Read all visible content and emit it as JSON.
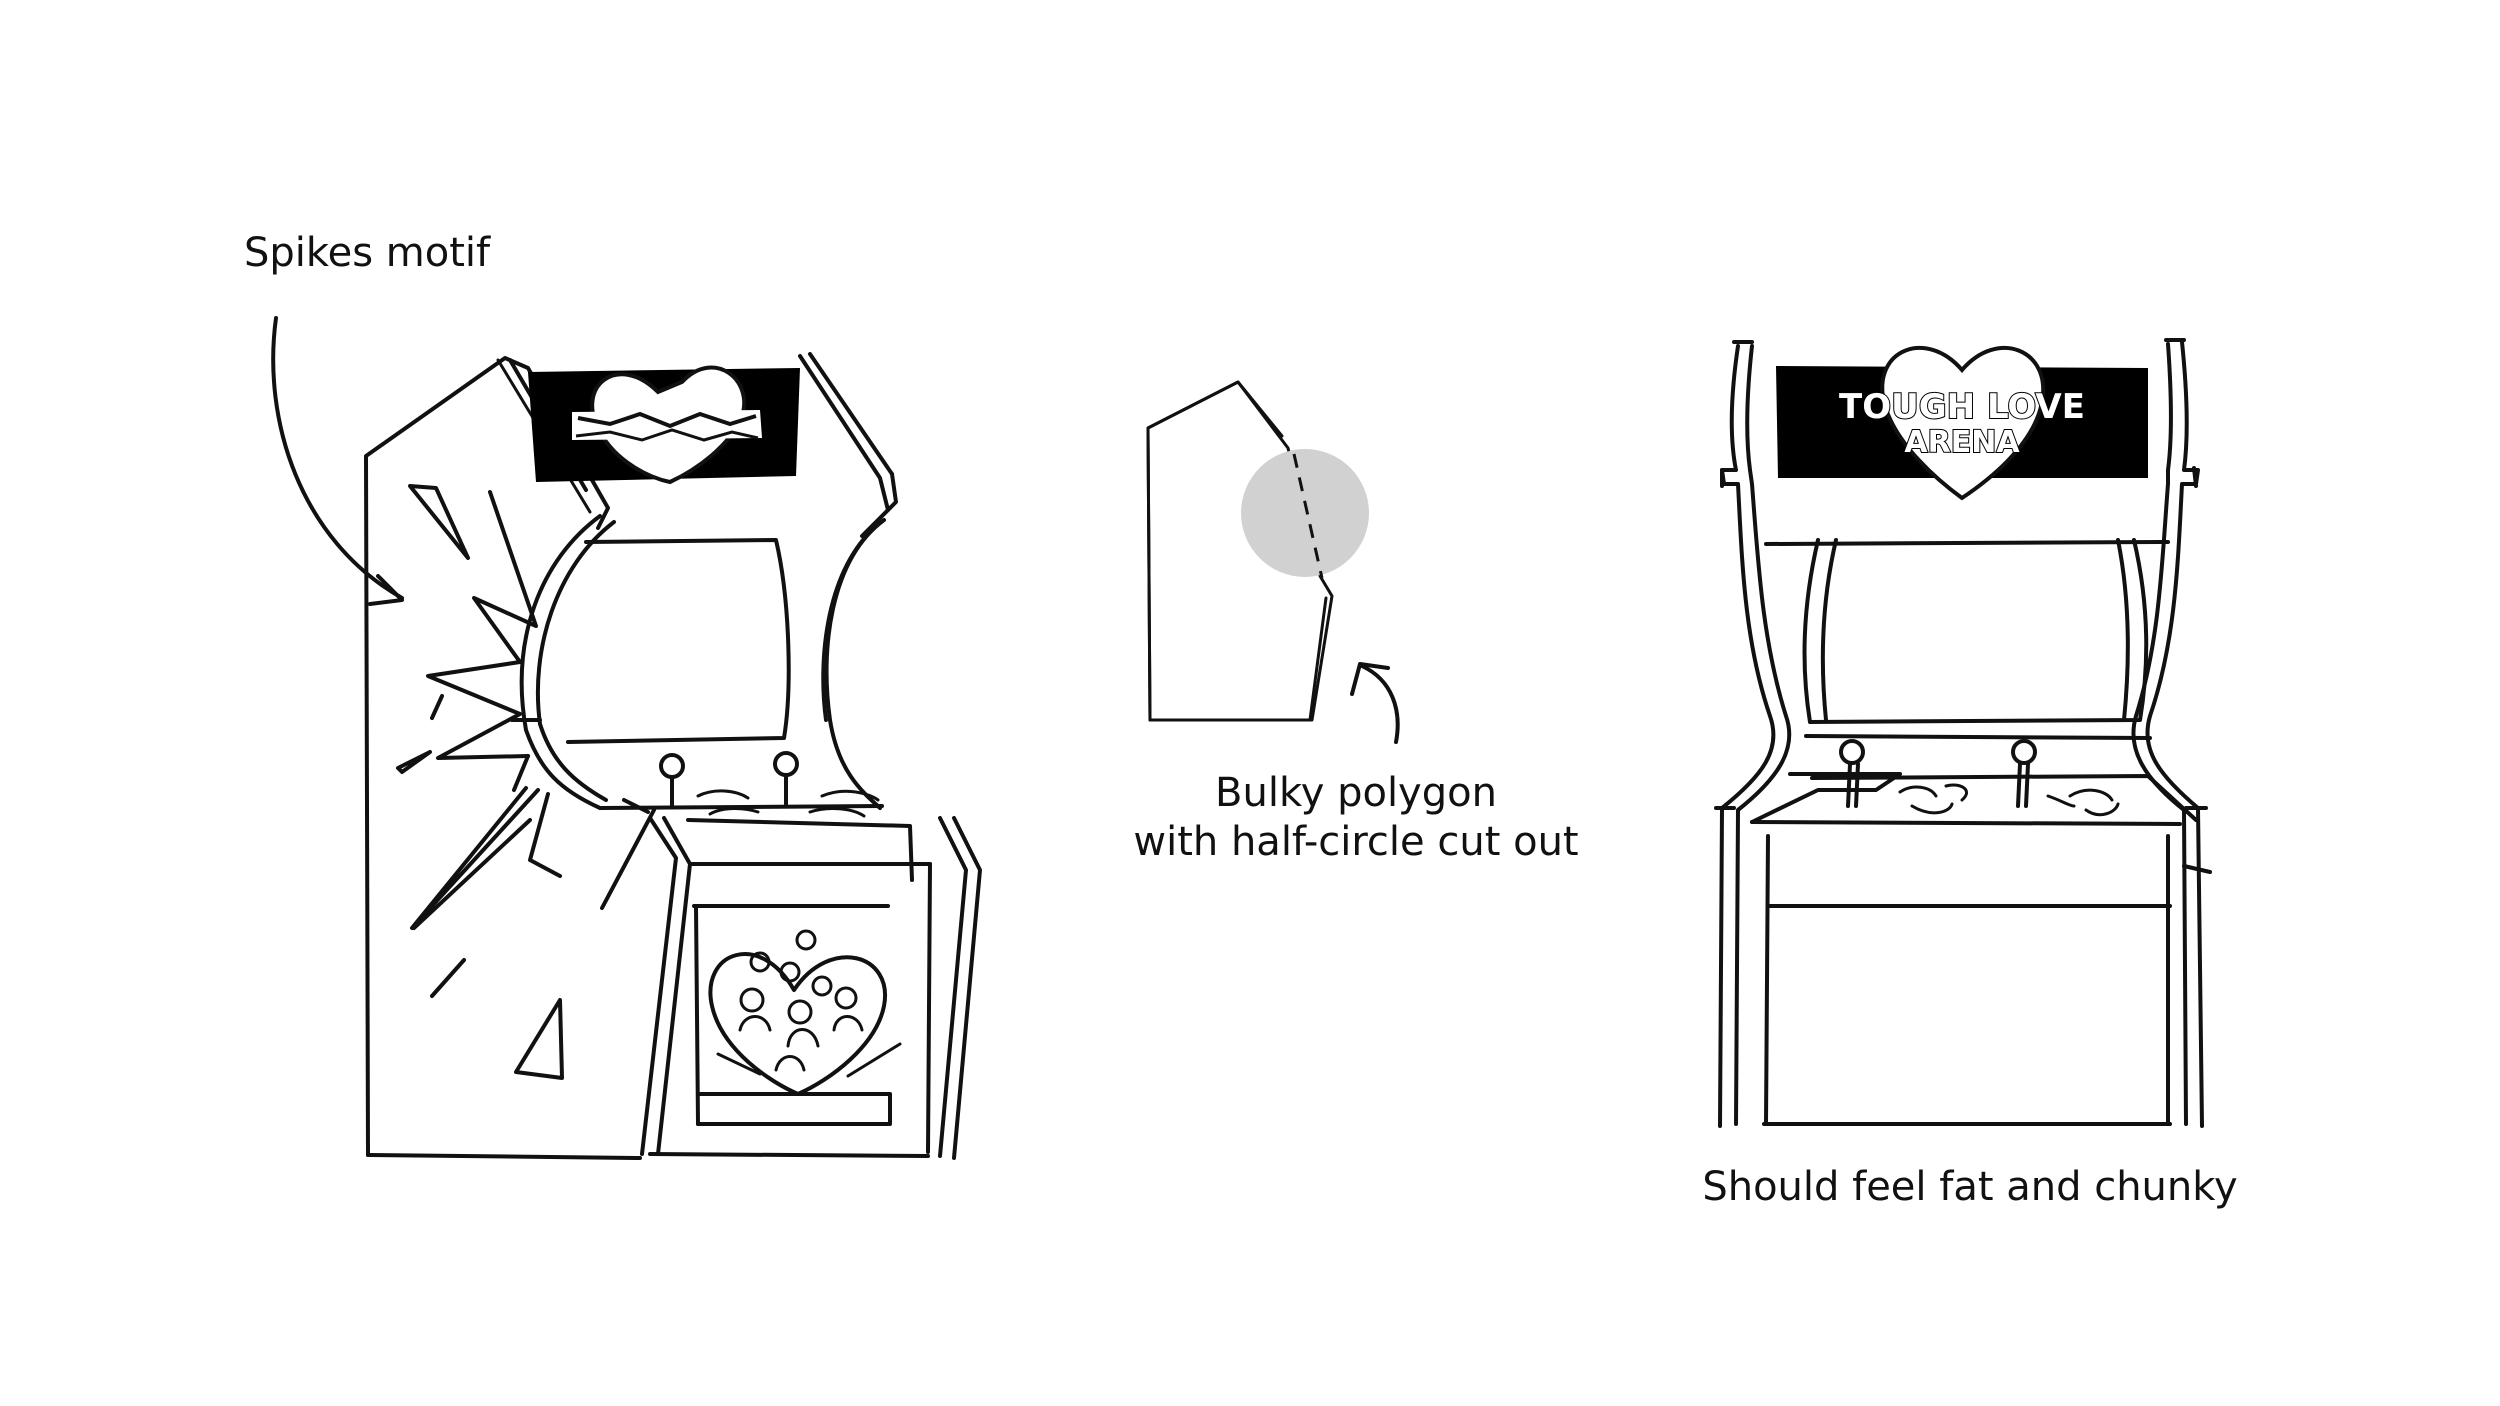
{
  "annotations": {
    "spikes_motif": "Spikes motif",
    "bulky_polygon_line1": "Bulky polygon",
    "bulky_polygon_line2": "with half-circle cut out",
    "fat_chunky": "Should feel fat and chunky"
  },
  "marquee": {
    "line1": "TOUGH LOVE",
    "line2": "ARENA"
  },
  "colors": {
    "ink": "#111111",
    "cutout_fill": "#d1d1d1",
    "marquee_bg": "#000000",
    "background": "#ffffff"
  }
}
